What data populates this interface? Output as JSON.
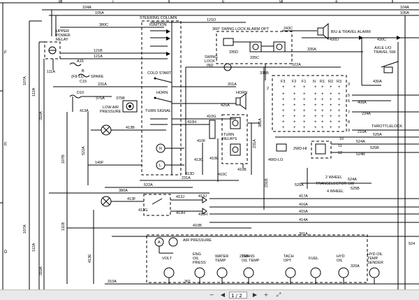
{
  "sheet": {
    "grid_cols": [
      "8",
      "7",
      "6",
      "5",
      "4"
    ],
    "grid_rows": [
      "F",
      "E",
      "D"
    ]
  },
  "labels": {
    "upper_power_relay": [
      "UPPER",
      "POWER",
      "RELAY"
    ],
    "steering_column": "STEERING COLUMN",
    "ignition": "IGNITION",
    "cold_start": "COLD START",
    "horn_sw": "HORN",
    "turn_signal": "TURN SIGNAL",
    "swing_lock_alarm": "360° SWING LOCK ALARM OPT",
    "swing_lock_ind": [
      "SWING",
      "LOCK",
      "IND"
    ],
    "horn": "HORN",
    "turn_relays": [
      "TURN",
      "RELAYS"
    ],
    "bu_travel_alarm": "B/U & TRAVEL ALARM",
    "axle_lo_travel_sw": [
      "AXLE L/O",
      "TRAVEL SW."
    ],
    "throttlelock": "THROTTLELOCK",
    "spare": "SPARE",
    "low_air_pressure": [
      "LOW AIR",
      "PRESSURE"
    ],
    "fuse_a15": "A15",
    "fuse_b": "B",
    "fuse_c15": "C15",
    "fuse_f8_11": "(F8-11)",
    "fuse_d10": "D10",
    "air_pressure": "AIR PRESSURE",
    "two_wheel": "2 WHEEL",
    "four_wheel": "4 WHEEL",
    "transelector_sw": "TRANSELECTOR SW",
    "fourwd_lo": "4WD-LO",
    "twowd_hi": "2WD-HI",
    "gear_positions": [
      "F3",
      "F2",
      "F1",
      "N",
      "R1",
      "R2",
      "R3"
    ],
    "gauges": [
      {
        "label": [
          "VOLT"
        ]
      },
      {
        "label": [
          "ENG",
          "OIL",
          "PRESS"
        ]
      },
      {
        "label": [
          "WATER",
          "TEMP"
        ]
      },
      {
        "label": [
          "TRANS",
          "OIL TEMP"
        ]
      },
      {
        "label": [
          "TACH",
          "OPT"
        ]
      },
      {
        "label": [
          "FUEL"
        ]
      },
      {
        "label": [
          "HYD",
          "OIL"
        ]
      },
      {
        "label": [
          "HYD OIL",
          "TEMP",
          "SENDER"
        ]
      }
    ]
  },
  "wires": {
    "w104a_l": "104A",
    "w104a_r": "104A",
    "w105a_l": "105A",
    "w105a_r": "105A",
    "w380c": "380C",
    "w121d": "121D",
    "w243c": "243C",
    "w430d": "430D",
    "w430c": "430C",
    "w335a": "335A",
    "w121b": "121B",
    "w121a": "121A",
    "w111a": "111A",
    "w107a": "107A",
    "w112a": "112A",
    "w310a": "310A",
    "w231a": "231A",
    "w413a": "413A",
    "w375a": "375A",
    "w375b": "375B",
    "w335d": "335D",
    "w335c": "335C",
    "w335b": "335B",
    "w522a": "522A",
    "w201a": "201A",
    "w425a": "425A",
    "w410g": "410G",
    "w410h": "410H",
    "w410f": "410F",
    "w413b": "413B",
    "w107b": "107B",
    "w140f": "140F",
    "w413c": "413C",
    "w410e": "410E",
    "w410b": "410B",
    "w231b": "231B",
    "w381a": "381A",
    "w413d": "413D",
    "w410c": "410C",
    "w408a": "408A",
    "w234a": "234A",
    "w210a": "210A",
    "w525a": "525A",
    "w524a": "524A",
    "w524b": "524B",
    "w525b": "525B",
    "w430a": "430A",
    "w231a2": "231A",
    "w522a2": "522A",
    "w380a": "380A",
    "w413f": "413F",
    "w413j": "413J",
    "w413g": "413G",
    "w413h": "413H",
    "w417a": "417A",
    "w416a": "416A",
    "w415a": "415A",
    "w414a": "414A",
    "w111b": "111B",
    "w410b2": "410B",
    "w301a": "301A",
    "w413e": "413E",
    "w231b2": "231B",
    "w320a": "320A",
    "w310a2": "310A",
    "w301": "301",
    "w524r": "524"
  },
  "terminals": [
    "1",
    "2",
    "3",
    "4",
    "5",
    "6",
    "7",
    "8",
    "9",
    "10",
    "11",
    "12"
  ],
  "toolbar": {
    "page_field": "1 / 2",
    "prev": "◀",
    "next": "▶",
    "zoom_out": "−",
    "zoom_in": "+",
    "fit": "⤢"
  }
}
